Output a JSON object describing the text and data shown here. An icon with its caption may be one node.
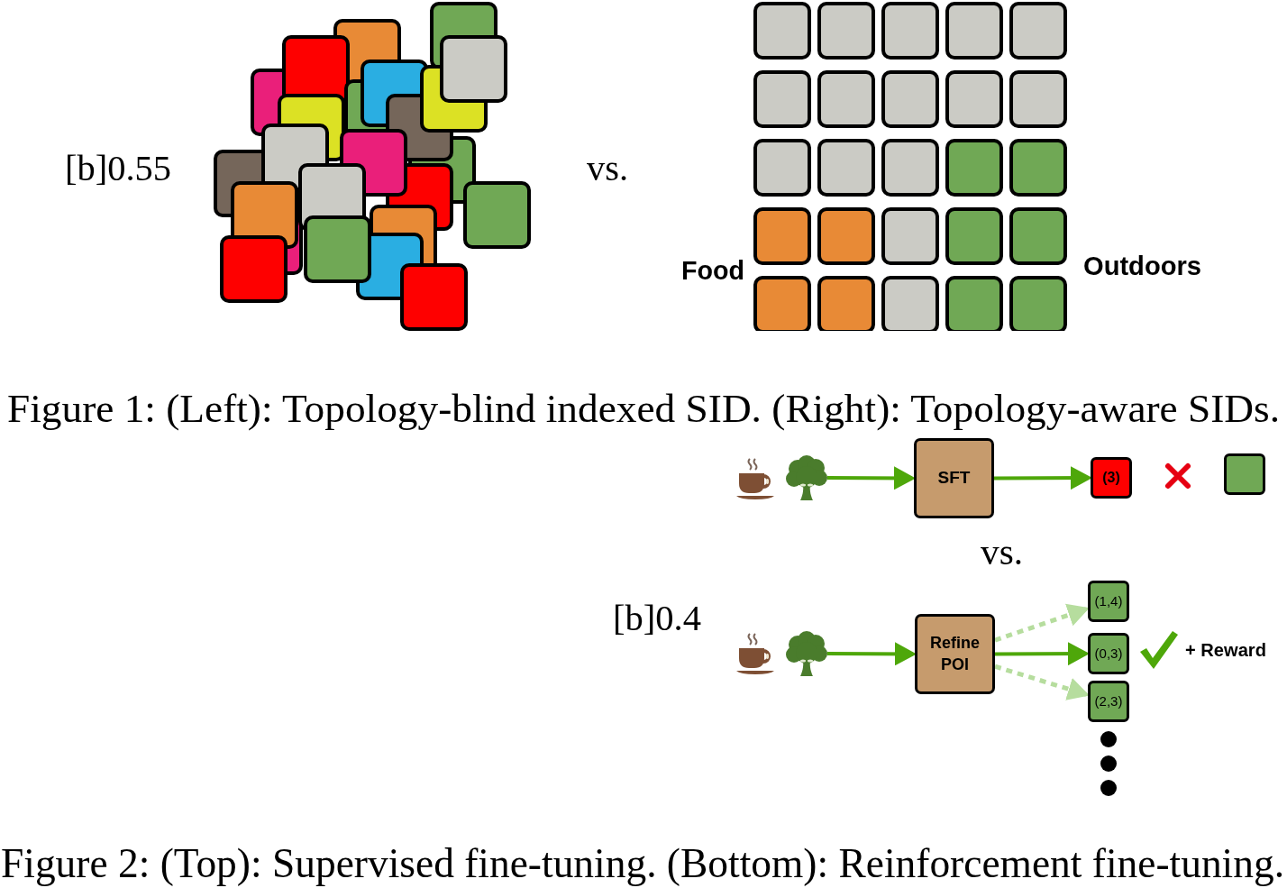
{
  "diagram": {
    "nodes": [
      {
        "text": [],
        "shape": "picture"
      },
      {
        "text": [
          "SFT"
        ]
      },
      {
        "text": [
          "(3)"
        ]
      },
      {
        "text": [],
        "shape": "box"
      },
      {
        "text": [],
        "shape": "picture"
      },
      {
        "text": [
          "Refine POI"
        ]
      },
      {
        "text": [
          "(1,4)"
        ]
      },
      {
        "text": [
          "(0,3)"
        ]
      },
      {
        "text": [
          "(2,3)"
        ]
      }
    ],
    "edges": [
      {
        "from": 0,
        "to": 1,
        "arrow": "to"
      },
      {
        "from": 1,
        "to": 2,
        "arrow": "to"
      },
      {
        "from": 4,
        "to": 5,
        "arrow": "to"
      },
      {
        "from": 5,
        "to": 6,
        "arrow": "to",
        "style": "dashed",
        "color": "#b6dd9e"
      },
      {
        "from": 5,
        "to": 7,
        "arrow": "to"
      },
      {
        "from": 5,
        "to": 8,
        "arrow": "to",
        "style": "dashed",
        "color": "#b6dd9e"
      }
    ],
    "labels": [
      "[b]0.55",
      "vs.",
      "Food",
      "Outdoors",
      "Figure 1: (Left): Topology-blind indexed SID. (Right): Topology-aware SIDs.",
      "vs.",
      "[b]0.4",
      "+ Reward",
      "Figure 2: (Top): Supervised fine-tuning. (Bottom): Reinforcement fine-tuning."
    ]
  }
}
